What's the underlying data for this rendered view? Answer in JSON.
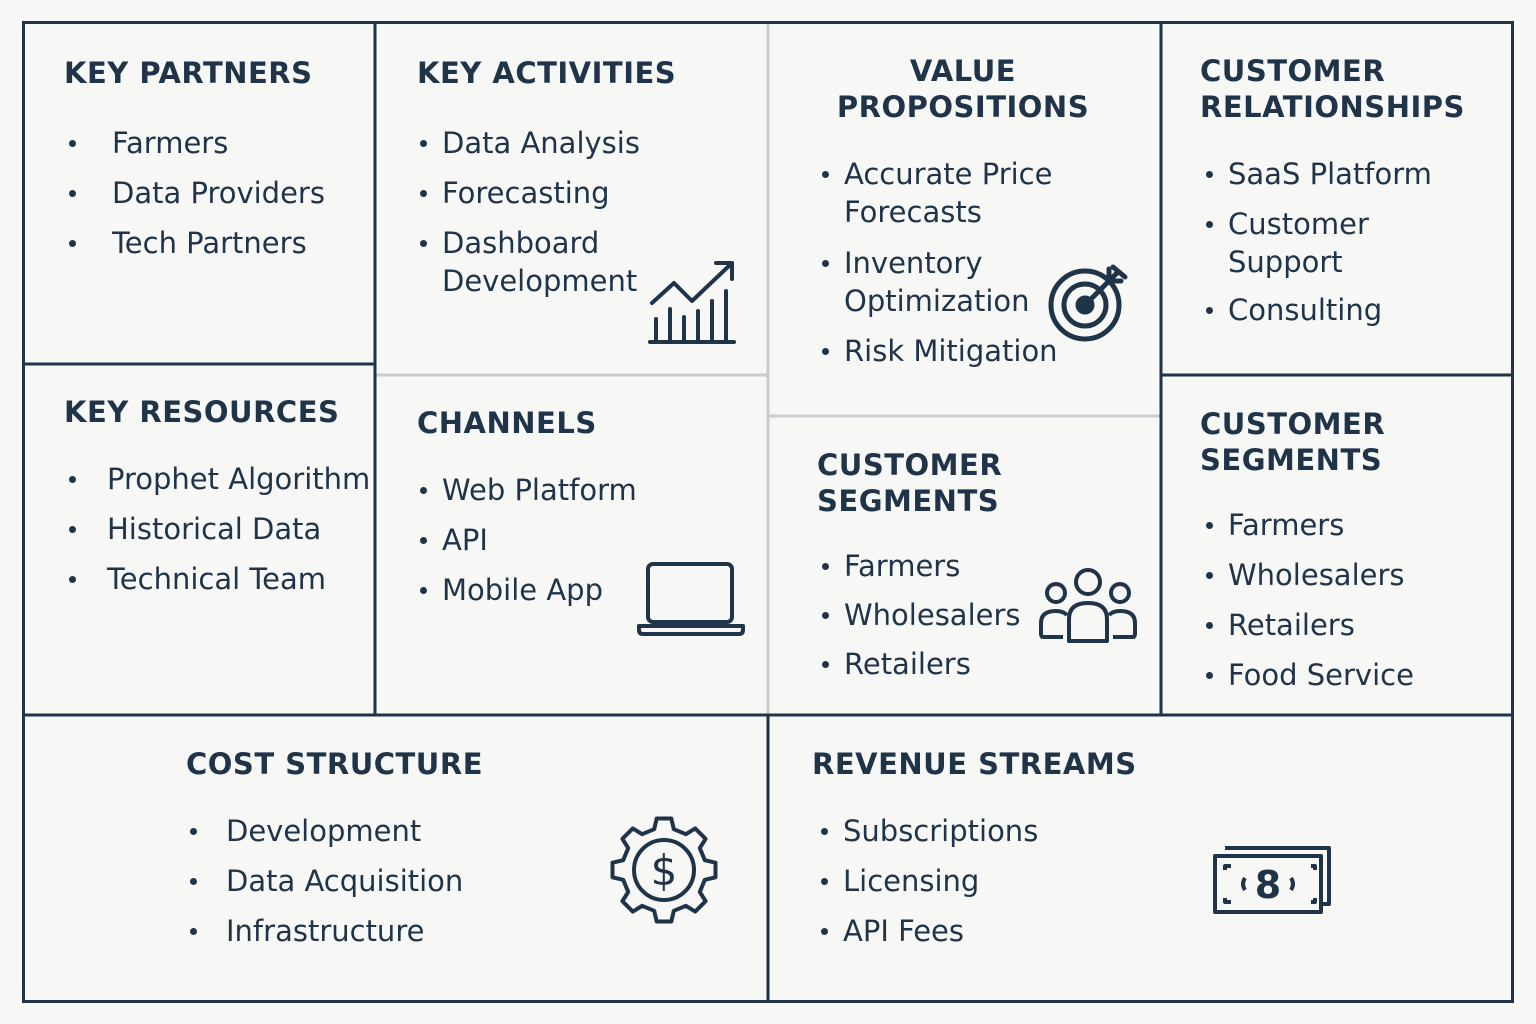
{
  "canvas": {
    "background": "#f7f7f5",
    "ink": "#1f3349",
    "outer_border": "#1f3349",
    "inner_divider": "#c9ccce"
  },
  "key_partners": {
    "title": "KEY PARTNERS",
    "items": [
      "Farmers",
      "Data Providers",
      "Tech Partners"
    ]
  },
  "key_activities": {
    "title": "KEY ACTIVITIES",
    "items": [
      "Data Analysis",
      "Forecasting",
      "Dashboard\nDevelopment"
    ],
    "icon": "growth-chart-icon"
  },
  "value_propositions": {
    "title": "VALUE\nPROPOSITIONS",
    "items": [
      "Accurate Price\nForecasts",
      "Inventory\nOptimization",
      "Risk Mitigation"
    ],
    "icon": "target-icon"
  },
  "customer_relationships": {
    "title": "CUSTOMER\nRELATIONSHIPS",
    "items": [
      "SaaS Platform",
      "Customer\nSupport",
      "Consulting"
    ]
  },
  "key_resources": {
    "title": "KEY RESOURCES",
    "items": [
      "Prophet Algorithm",
      "Historical Data",
      "Technical Team"
    ]
  },
  "channels": {
    "title": "CHANNELS",
    "items": [
      "Web Platform",
      "API",
      "Mobile App"
    ],
    "icon": "laptop-icon"
  },
  "customer_segments_center": {
    "title": "CUSTOMER\nSEGMENTS",
    "items": [
      "Farmers",
      "Wholesalers",
      "Retailers"
    ],
    "icon": "users-icon"
  },
  "customer_segments_right": {
    "title": "CUSTOMER\nSEGMENTS",
    "items": [
      "Farmers",
      "Wholesalers",
      "Retailers",
      "Food Service"
    ]
  },
  "cost_structure": {
    "title": "COST STRUCTURE",
    "items": [
      "Development",
      "Data Acquisition",
      "Infrastructure"
    ],
    "icon": "gear-dollar-icon"
  },
  "revenue_streams": {
    "title": "REVENUE STREAMS",
    "items": [
      "Subscriptions",
      "Licensing",
      "API Fees"
    ],
    "icon": "banknote-icon",
    "banknote_glyph": "8"
  }
}
